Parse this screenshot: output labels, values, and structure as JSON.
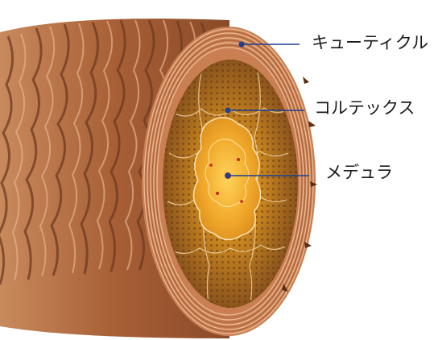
{
  "labels": {
    "cuticle": "キューティクル",
    "cortex": "コルテックス",
    "medulla": "メデュラ"
  },
  "colors": {
    "hair_scale": "#b06a3f",
    "hair_scale_light": "#d99a6a",
    "hair_scale_dark": "#6e3b22",
    "ring": "#d9936a",
    "cortex": "#b8791e",
    "medulla": "#f0b02a",
    "pointer": "#1f3f8f"
  }
}
